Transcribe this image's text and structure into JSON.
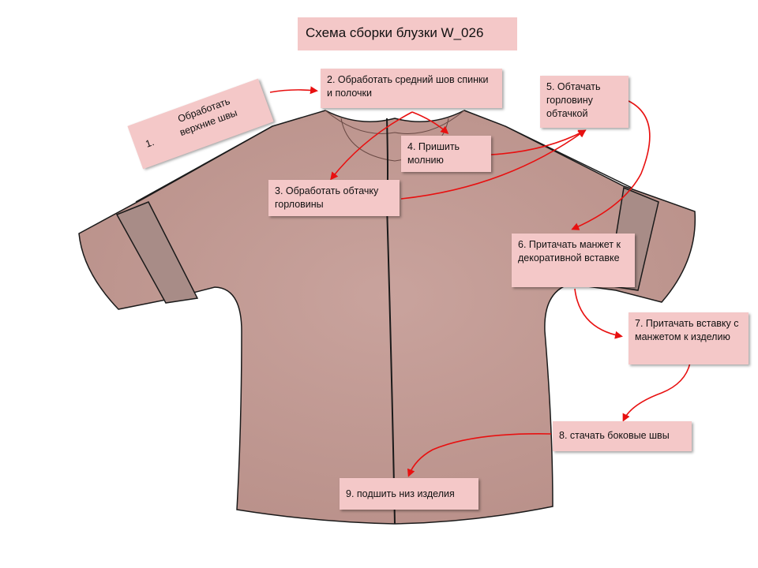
{
  "title": "Схема сборки блузки W_026",
  "steps": [
    {
      "num": "1.",
      "text": "Обработать верхние швы"
    },
    {
      "text": "2. Обработать средний шов спинки и полочки"
    },
    {
      "text": "3. Обработать обтачку горловины"
    },
    {
      "text": "4. Пришить молнию"
    },
    {
      "text": "5. Обтачать горловину обтачкой"
    },
    {
      "text": "6. Притачать манжет к декоративной вставке"
    },
    {
      "text": "7. Притачать вставку с манжетом к изделию"
    },
    {
      "text": "8. стачать боковые швы"
    },
    {
      "text": "9. подшить низ изделия"
    }
  ],
  "colors": {
    "garment": "#c49a94",
    "insert": "#a88c87",
    "label_bg": "#f4c8c8",
    "arrow": "#e81010",
    "outline": "#1a1a1a"
  }
}
